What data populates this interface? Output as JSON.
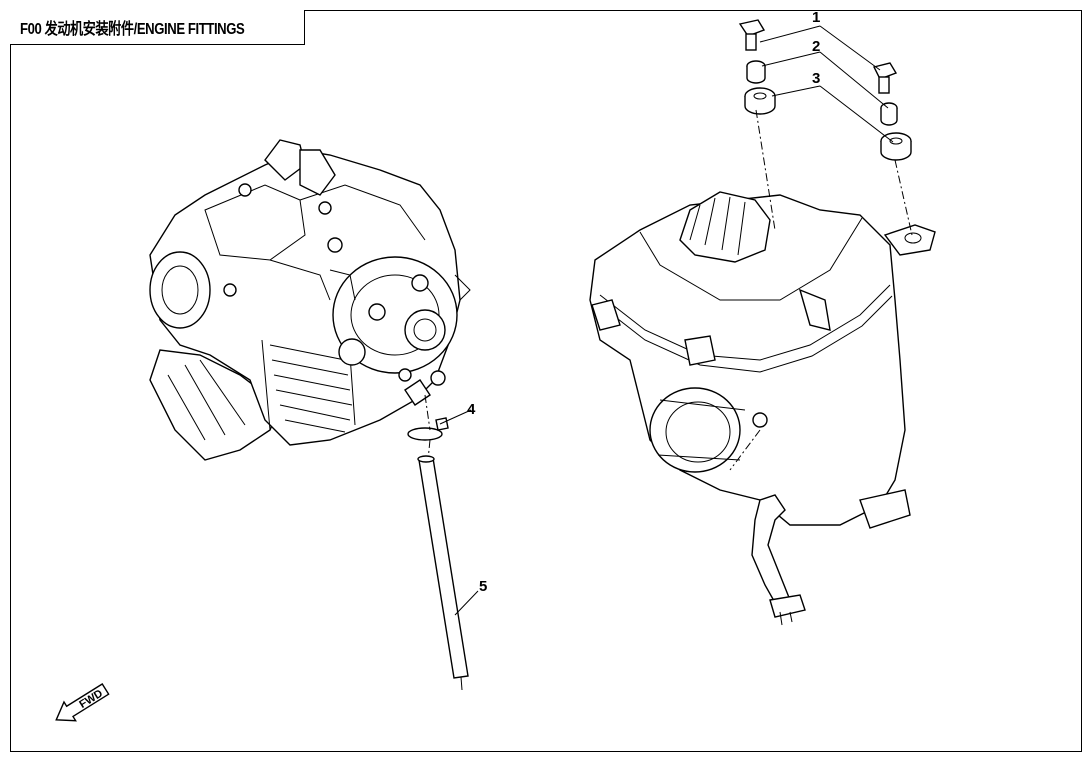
{
  "title": "F00 发动机安装附件/ENGINE FITTINGS",
  "callouts": [
    "1",
    "2",
    "3",
    "4",
    "5"
  ],
  "direction_label": "FWD",
  "parts": [
    {
      "no": "1",
      "icon": "bolt-icon"
    },
    {
      "no": "2",
      "icon": "bushing-icon"
    },
    {
      "no": "3",
      "icon": "rubber-grommet-icon"
    },
    {
      "no": "4",
      "icon": "hose-clamp-icon"
    },
    {
      "no": "5",
      "icon": "breather-hose-icon"
    }
  ]
}
